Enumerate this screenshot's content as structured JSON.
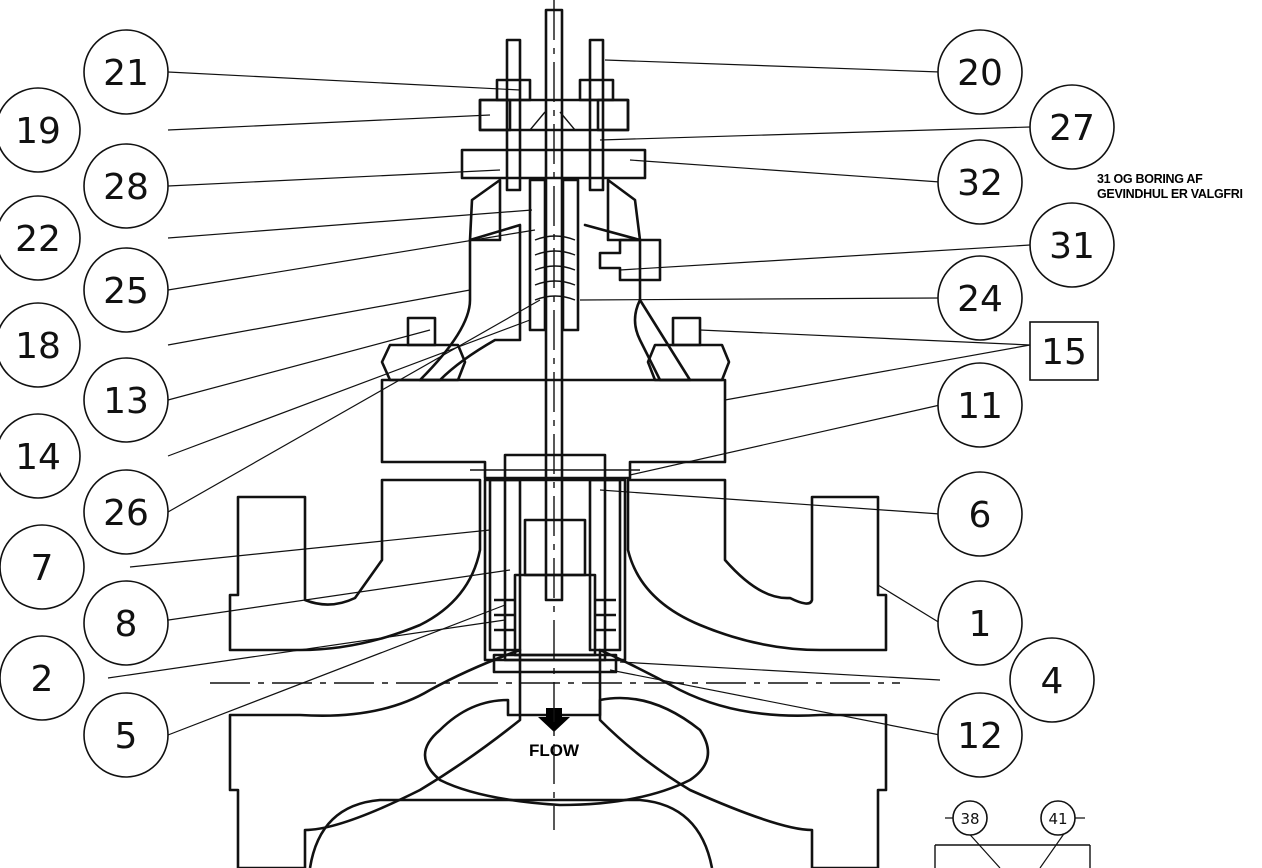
{
  "diagram": {
    "flow_label": "FLOW",
    "note_lines": [
      "31 OG BORING AF",
      "GEVINDHUL ER VALGFRI"
    ],
    "boxed_label": "15",
    "left_callouts": [
      "21",
      "19",
      "28",
      "22",
      "25",
      "18",
      "13",
      "14",
      "26",
      "7",
      "8",
      "2",
      "5"
    ],
    "right_callouts": [
      "20",
      "27",
      "32",
      "31",
      "24",
      "11",
      "6",
      "1",
      "4",
      "12"
    ],
    "detail_callouts": [
      "38",
      "41"
    ]
  }
}
